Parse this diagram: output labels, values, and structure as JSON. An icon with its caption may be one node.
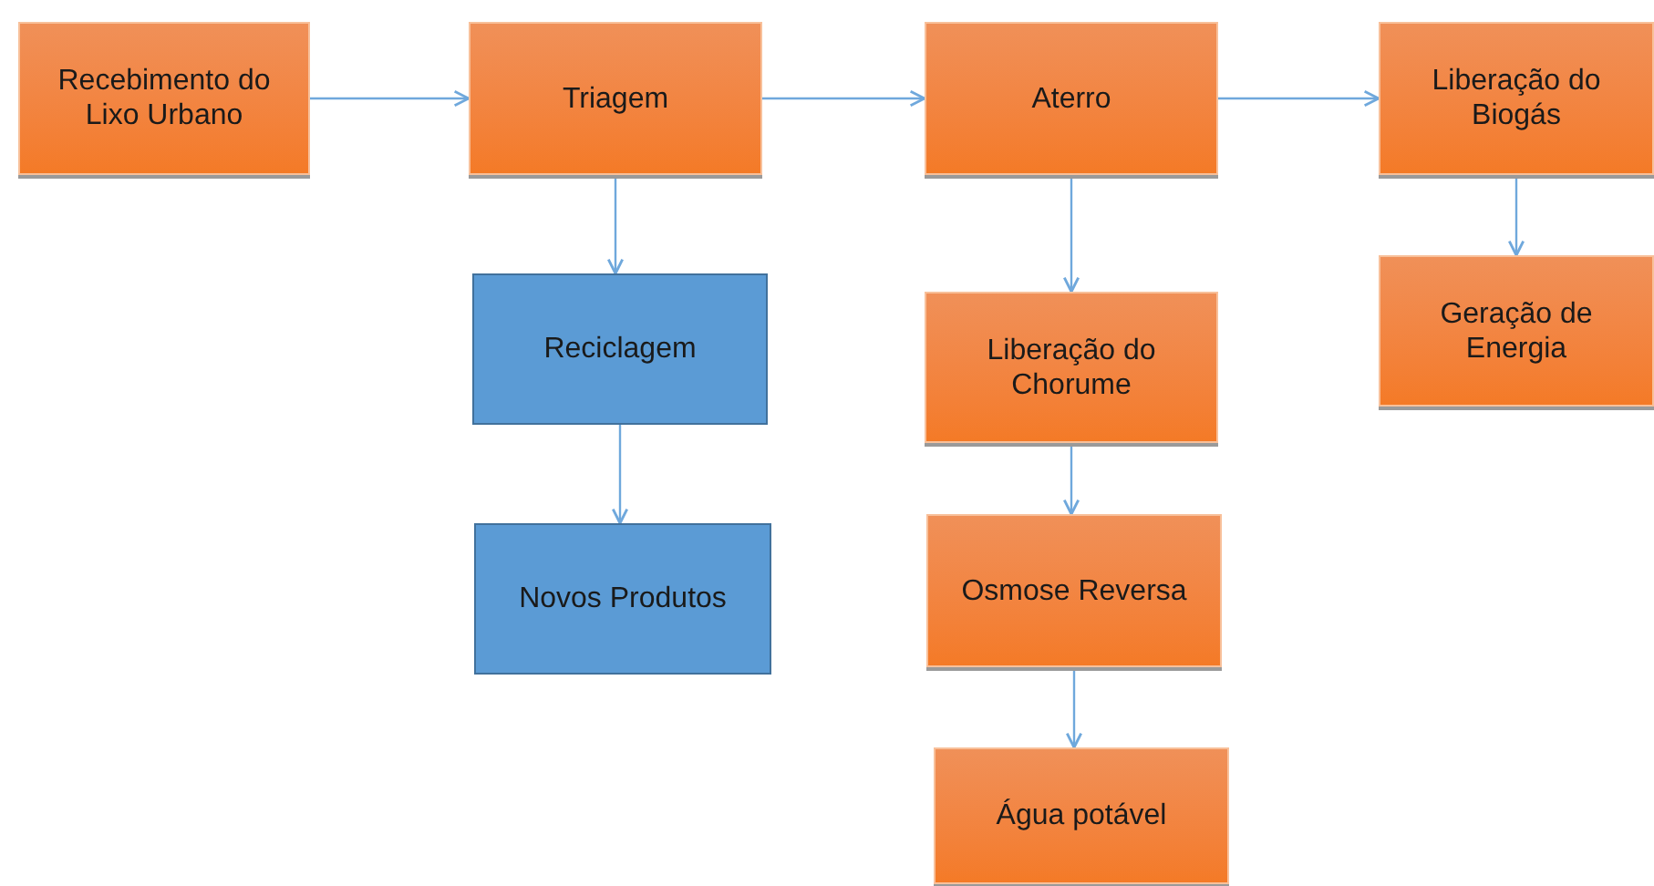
{
  "diagram": {
    "nodes": [
      {
        "text": [
          "Recebimento do Lixo Urbano"
        ]
      },
      {
        "text": [
          "Triagem"
        ]
      },
      {
        "text": [
          "Aterro"
        ]
      },
      {
        "text": [
          "Liberação do Biogás"
        ]
      },
      {
        "text": [
          "Reciclagem"
        ]
      },
      {
        "text": [
          "Novos Produtos"
        ]
      },
      {
        "text": [
          "Liberação do Chorume"
        ]
      },
      {
        "text": [
          "Osmose Reversa"
        ]
      },
      {
        "text": [
          "Água potável"
        ]
      },
      {
        "text": [
          "Geração de Energia"
        ]
      }
    ],
    "edges": [
      {
        "from": 0,
        "to": 1,
        "arrow": "to"
      },
      {
        "from": 1,
        "to": 2,
        "arrow": "to"
      },
      {
        "from": 2,
        "to": 3,
        "arrow": "to"
      },
      {
        "from": 1,
        "to": 4,
        "arrow": "to"
      },
      {
        "from": 4,
        "to": 5,
        "arrow": "to"
      },
      {
        "from": 2,
        "to": 6,
        "arrow": "to"
      },
      {
        "from": 6,
        "to": 7,
        "arrow": "to"
      },
      {
        "from": 7,
        "to": 8,
        "arrow": "to"
      },
      {
        "from": 3,
        "to": 9,
        "arrow": "to"
      }
    ]
  }
}
